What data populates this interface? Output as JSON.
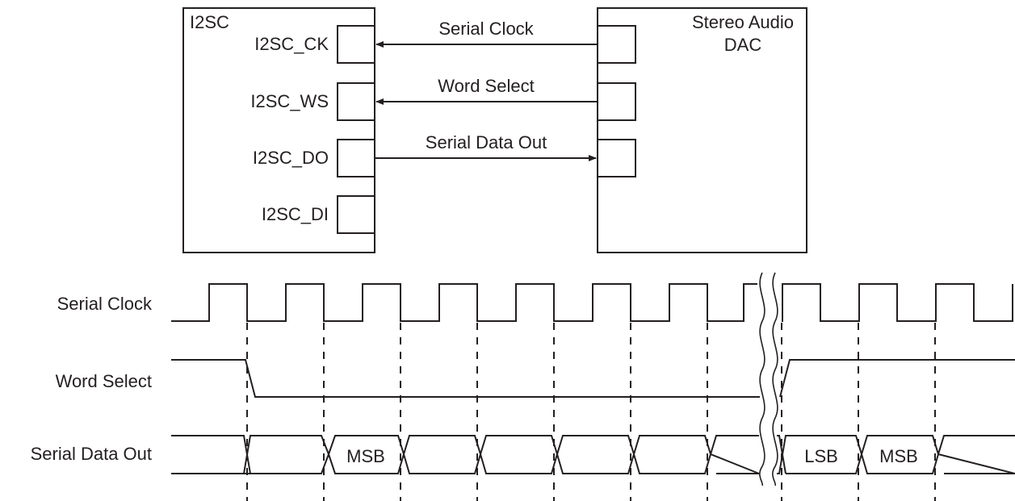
{
  "controller": {
    "title": "I2SC",
    "pins": [
      "I2SC_CK",
      "I2SC_WS",
      "I2SC_DO",
      "I2SC_DI"
    ]
  },
  "dac": {
    "title_line1": "Stereo Audio",
    "title_line2": "DAC"
  },
  "connections": {
    "clock": "Serial Clock",
    "word_select": "Word Select",
    "data_out": "Serial Data Out"
  },
  "timing": {
    "signals": {
      "clock": "Serial Clock",
      "word_select": "Word Select",
      "data_out": "Serial Data Out"
    },
    "data_labels": [
      "MSB",
      "LSB",
      "MSB"
    ]
  },
  "colors": {
    "ink": "#231f20",
    "background": "#ffffff"
  }
}
